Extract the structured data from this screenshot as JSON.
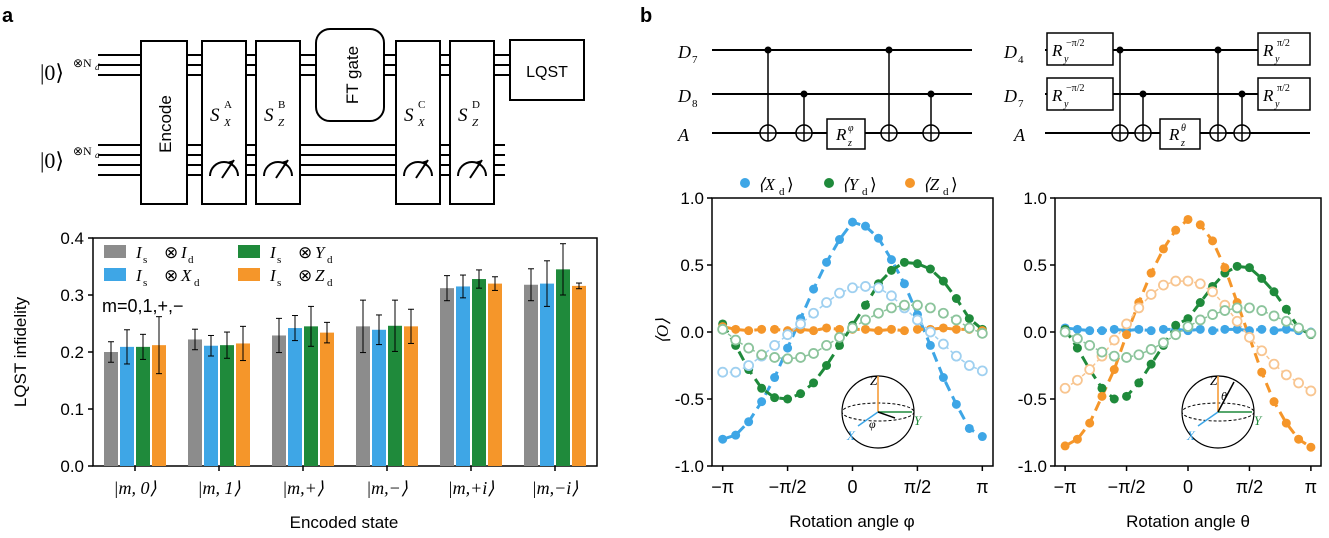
{
  "panel_labels": {
    "a": "a",
    "b": "b"
  },
  "circuit_a": {
    "ket_d": "|0⟩",
    "ket_d_exp": "⊗N",
    "ket_d_sub": "d",
    "ket_a": "|0⟩",
    "ket_a_exp": "⊗N",
    "ket_a_sub": "a",
    "encode": "Encode",
    "sxa": "S",
    "sxa_sup": "A",
    "sxa_sub": "X",
    "szb": "S",
    "szb_sup": "B",
    "szb_sub": "Z",
    "ft": "FT gate",
    "sxc": "S",
    "sxc_sup": "C",
    "sxc_sub": "X",
    "szd": "S",
    "szd_sup": "D",
    "szd_sub": "Z",
    "lqst": "LQST"
  },
  "circuit_b1": {
    "wires": [
      {
        "name": "D",
        "sub": "7"
      },
      {
        "name": "D",
        "sub": "8"
      },
      {
        "name": "A",
        "sub": ""
      }
    ],
    "gate": "R",
    "gate_sub": "z",
    "gate_sup": "φ"
  },
  "circuit_b2": {
    "wires": [
      {
        "name": "D",
        "sub": "4"
      },
      {
        "name": "D",
        "sub": "7"
      },
      {
        "name": "A",
        "sub": ""
      }
    ],
    "ry_minus": "R",
    "ry_minus_sub": "y",
    "ry_minus_sup": "−π/2",
    "ry_plus": "R",
    "ry_plus_sub": "y",
    "ry_plus_sup": "π/2",
    "gate": "R",
    "gate_sub": "z",
    "gate_sup": "θ"
  },
  "bar_legend": {
    "items": [
      {
        "left": "I",
        "left_sub": "s",
        "op": "⊗",
        "right": "I",
        "right_sub": "d"
      },
      {
        "left": "I",
        "left_sub": "s",
        "op": "⊗",
        "right": "X",
        "right_sub": "d"
      },
      {
        "left": "I",
        "left_sub": "s",
        "op": "⊗",
        "right": "Y",
        "right_sub": "d"
      },
      {
        "left": "I",
        "left_sub": "s",
        "op": "⊗",
        "right": "Z",
        "right_sub": "d"
      }
    ],
    "m_note": "m=0,1,+,−"
  },
  "line_legend": {
    "items": [
      {
        "label": "⟨X",
        "sub": "d",
        "close": "⟩"
      },
      {
        "label": "⟨Y",
        "sub": "d",
        "close": "⟩"
      },
      {
        "label": "⟨Z",
        "sub": "d",
        "close": "⟩"
      }
    ]
  },
  "sphere": {
    "left": {
      "z": "Z",
      "x": "X",
      "y": "Y",
      "angle": "φ"
    },
    "right": {
      "z": "Z",
      "x": "X",
      "y": "Y",
      "angle": "θ"
    }
  },
  "colors": {
    "gray": "#8c8c8c",
    "blue": "#3ea6e6",
    "green": "#1f8a3b",
    "orange": "#f5962a",
    "blue_light": "#9fd0f0",
    "green_light": "#8cc49c",
    "orange_light": "#f8c590"
  },
  "chart_data": [
    {
      "type": "bar",
      "xlabel": "Encoded state",
      "ylabel": "LQST infidelity",
      "ylim": [
        0,
        0.4
      ],
      "yticks": [
        "0.0",
        "0.1",
        "0.2",
        "0.3",
        "0.4"
      ],
      "categories": [
        "|m, 0⟩",
        "|m, 1⟩",
        "|m,+⟩",
        "|m,−⟩",
        "|m,+i⟩",
        "|m,−i⟩"
      ],
      "series": [
        {
          "name": "Is ⊗ Id",
          "values": [
            0.2,
            0.222,
            0.229,
            0.245,
            0.312,
            0.318
          ],
          "errors": [
            0.018,
            0.018,
            0.03,
            0.046,
            0.022,
            0.028
          ]
        },
        {
          "name": "Is ⊗ Xd",
          "values": [
            0.209,
            0.211,
            0.242,
            0.239,
            0.315,
            0.32
          ],
          "errors": [
            0.03,
            0.018,
            0.022,
            0.026,
            0.02,
            0.04
          ]
        },
        {
          "name": "Is ⊗ Yd",
          "values": [
            0.209,
            0.212,
            0.245,
            0.246,
            0.328,
            0.345
          ],
          "errors": [
            0.022,
            0.023,
            0.035,
            0.045,
            0.016,
            0.045
          ]
        },
        {
          "name": "Is ⊗ Zd",
          "values": [
            0.212,
            0.215,
            0.234,
            0.245,
            0.32,
            0.316
          ],
          "errors": [
            0.05,
            0.03,
            0.018,
            0.03,
            0.012,
            0.005
          ]
        }
      ]
    },
    {
      "type": "scatter",
      "xlabel": "Rotation angle φ",
      "ylabel": "⟨O⟩",
      "ylim": [
        -1.0,
        1.0
      ],
      "xlim": [
        -3.4,
        3.4
      ],
      "xticks": [
        "−π",
        "−π/2",
        "0",
        "π/2",
        "π"
      ],
      "yticks": [
        "-1.0",
        "-0.5",
        "0.0",
        "0.5",
        "1.0"
      ],
      "x": [
        -3.1416,
        -2.8274,
        -2.5133,
        -2.1991,
        -1.885,
        -1.5708,
        -1.2566,
        -0.9425,
        -0.6283,
        -0.3142,
        0.0,
        0.3142,
        0.6283,
        0.9425,
        1.2566,
        1.5708,
        1.885,
        2.1991,
        2.5133,
        2.8274,
        3.1416
      ],
      "series": [
        {
          "name": "⟨Xd⟩",
          "marker": "filled",
          "values": [
            -0.8,
            -0.77,
            -0.67,
            -0.52,
            -0.34,
            -0.12,
            0.1,
            0.32,
            0.52,
            0.69,
            0.82,
            0.79,
            0.7,
            0.54,
            0.36,
            0.13,
            -0.1,
            -0.34,
            -0.54,
            -0.72,
            -0.78
          ]
        },
        {
          "name": "⟨Yd⟩",
          "marker": "filled",
          "values": [
            0.06,
            -0.1,
            -0.28,
            -0.42,
            -0.49,
            -0.5,
            -0.46,
            -0.38,
            -0.25,
            -0.1,
            0.05,
            0.2,
            0.36,
            0.46,
            0.52,
            0.51,
            0.47,
            0.38,
            0.25,
            0.1,
            0.02
          ]
        },
        {
          "name": "⟨Zd⟩",
          "marker": "filled",
          "values": [
            0.04,
            0.02,
            0.01,
            0.02,
            0.02,
            0.01,
            0.02,
            0.01,
            0.03,
            0.02,
            0.02,
            0.02,
            0.01,
            0.02,
            0.01,
            0.02,
            0.02,
            0.03,
            0.02,
            0.02,
            0.01
          ]
        },
        {
          "name": "⟨Xd⟩ open",
          "marker": "open",
          "values": [
            -0.3,
            -0.3,
            -0.25,
            -0.18,
            -0.1,
            -0.02,
            0.06,
            0.14,
            0.22,
            0.29,
            0.33,
            0.34,
            0.33,
            0.27,
            0.18,
            0.09,
            0.0,
            -0.09,
            -0.18,
            -0.25,
            -0.29
          ]
        },
        {
          "name": "⟨Yd⟩ open",
          "marker": "open",
          "values": [
            0.02,
            -0.06,
            -0.12,
            -0.17,
            -0.19,
            -0.2,
            -0.19,
            -0.16,
            -0.1,
            -0.04,
            0.03,
            0.09,
            0.14,
            0.18,
            0.2,
            0.2,
            0.18,
            0.14,
            0.09,
            0.03,
            -0.01
          ]
        }
      ]
    },
    {
      "type": "scatter",
      "xlabel": "Rotation angle θ",
      "ylabel": "",
      "ylim": [
        -1.0,
        1.0
      ],
      "xlim": [
        -3.4,
        3.4
      ],
      "xticks": [
        "−π",
        "−π/2",
        "0",
        "π/2",
        "π"
      ],
      "yticks": [
        "-1.0",
        "-0.5",
        "0.0",
        "0.5",
        "1.0"
      ],
      "x": [
        -3.1416,
        -2.8274,
        -2.5133,
        -2.1991,
        -1.885,
        -1.5708,
        -1.2566,
        -0.9425,
        -0.6283,
        -0.3142,
        0.0,
        0.3142,
        0.6283,
        0.9425,
        1.2566,
        1.5708,
        1.885,
        2.1991,
        2.5133,
        2.8274,
        3.1416
      ],
      "series": [
        {
          "name": "⟨Xd⟩",
          "marker": "filled",
          "values": [
            0.03,
            0.02,
            0.01,
            0.01,
            0.02,
            0.01,
            0.02,
            0.01,
            0.02,
            0.02,
            0.01,
            0.02,
            0.01,
            0.02,
            0.02,
            0.01,
            0.02,
            0.01,
            0.02,
            0.01,
            0.0
          ]
        },
        {
          "name": "⟨Yd⟩",
          "marker": "filled",
          "values": [
            0.02,
            -0.12,
            -0.28,
            -0.42,
            -0.5,
            -0.48,
            -0.38,
            -0.24,
            -0.1,
            0.05,
            0.1,
            0.22,
            0.34,
            0.44,
            0.49,
            0.48,
            0.4,
            0.3,
            0.17,
            0.03,
            -0.02
          ]
        },
        {
          "name": "⟨Zd⟩",
          "marker": "filled",
          "values": [
            -0.85,
            -0.8,
            -0.68,
            -0.48,
            -0.28,
            -0.02,
            0.22,
            0.44,
            0.62,
            0.76,
            0.84,
            0.8,
            0.68,
            0.48,
            0.22,
            -0.04,
            -0.3,
            -0.52,
            -0.68,
            -0.8,
            -0.86
          ]
        },
        {
          "name": "⟨Zd⟩ open",
          "marker": "open",
          "values": [
            -0.42,
            -0.36,
            -0.28,
            -0.18,
            -0.06,
            0.06,
            0.18,
            0.28,
            0.35,
            0.38,
            0.38,
            0.36,
            0.3,
            0.2,
            0.08,
            -0.04,
            -0.14,
            -0.24,
            -0.32,
            -0.38,
            -0.44
          ]
        },
        {
          "name": "⟨Yd⟩ open",
          "marker": "open",
          "values": [
            0.0,
            -0.05,
            -0.1,
            -0.15,
            -0.18,
            -0.19,
            -0.17,
            -0.13,
            -0.08,
            -0.02,
            0.04,
            0.09,
            0.13,
            0.16,
            0.18,
            0.18,
            0.16,
            0.12,
            0.08,
            0.03,
            -0.01
          ]
        }
      ]
    }
  ]
}
